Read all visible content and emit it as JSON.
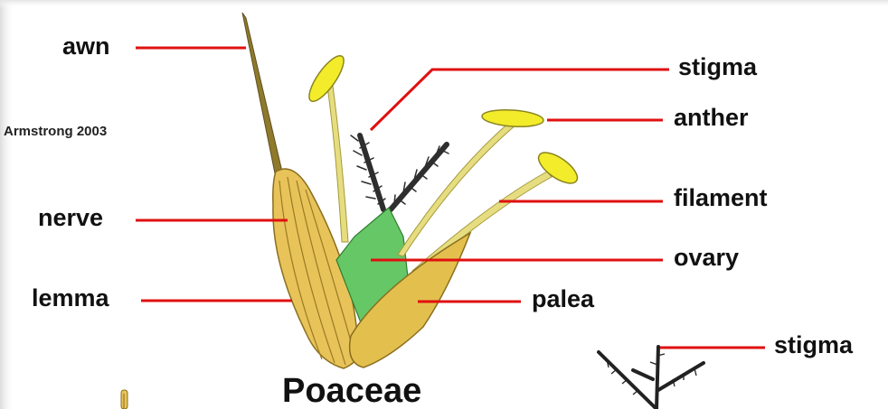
{
  "credit": "Armstrong 2003",
  "caption": "Poaceae",
  "labels": {
    "awn": "awn",
    "stigma": "stigma",
    "anther": "anther",
    "nerve": "nerve",
    "filament": "filament",
    "ovary": "ovary",
    "lemma": "lemma",
    "palea": "palea",
    "stigma_lower": "stigma"
  },
  "colors": {
    "leader_line": "#e01010",
    "lemma_fill": "#e8c35a",
    "palea_fill": "#e3c04e",
    "ovary_fill": "#66c766",
    "anther_fill": "#f2ec2a",
    "filament_fill": "#e6dd80",
    "stigma_fill": "#3a3a3a",
    "awn_fill": "#8f7a2c"
  }
}
